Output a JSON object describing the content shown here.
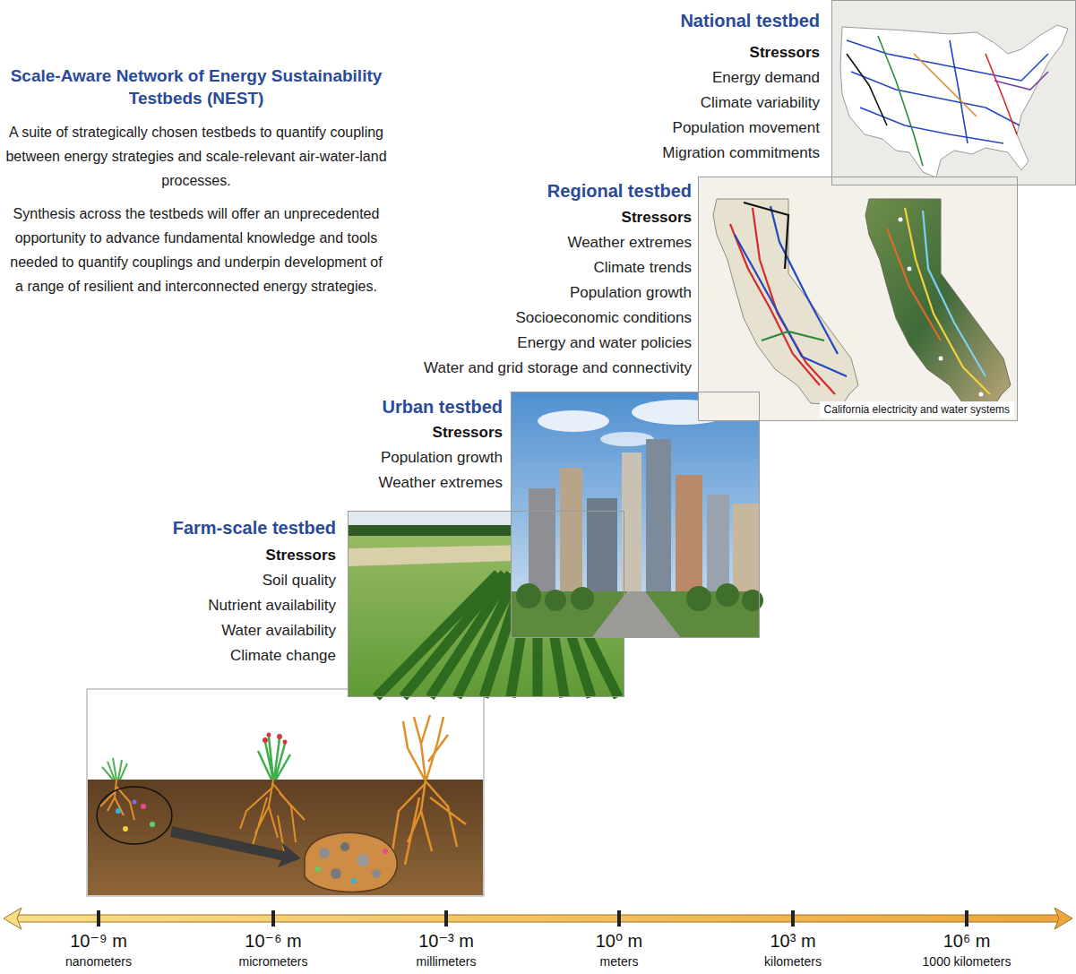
{
  "diagram": {
    "title": "Scale-Aware Network of Energy Sustainability Testbeds (NEST)",
    "nodes": [
      {
        "text": [
          "National testbed",
          "Stressors",
          "Energy demand",
          "Climate variability",
          "Population movement",
          "Migration commitments"
        ]
      },
      {
        "text": [
          "Regional testbed",
          "Stressors",
          "Weather extremes",
          "Climate trends",
          "Population growth",
          "Socioeconomic conditions",
          "Energy and water policies",
          "Water and grid storage and connectivity",
          "California electricity and water systems"
        ]
      },
      {
        "text": [
          "Urban testbed",
          "Stressors",
          "Population growth",
          "Weather extremes"
        ]
      },
      {
        "text": [
          "Farm-scale testbed",
          "Stressors",
          "Soil quality",
          "Nutrient availability",
          "Water availability",
          "Climate change"
        ]
      }
    ],
    "labels": [
      "A suite of strategically chosen testbeds to quantify coupling between energy strategies and scale-relevant air-water-land processes.",
      "Synthesis across the testbeds will offer an unprecedented opportunity to advance fundamental knowledge and tools needed to quantify couplings and underpin development of a range of resilient and interconnected energy strategies.",
      "10⁻⁹ m",
      "nanometers",
      "10⁻⁶ m",
      "micrometers",
      "10⁻³ m",
      "millimeters",
      "10⁰ m",
      "meters",
      "10³ m",
      "kilometers",
      "10⁶ m",
      "1000 kilometers"
    ]
  }
}
